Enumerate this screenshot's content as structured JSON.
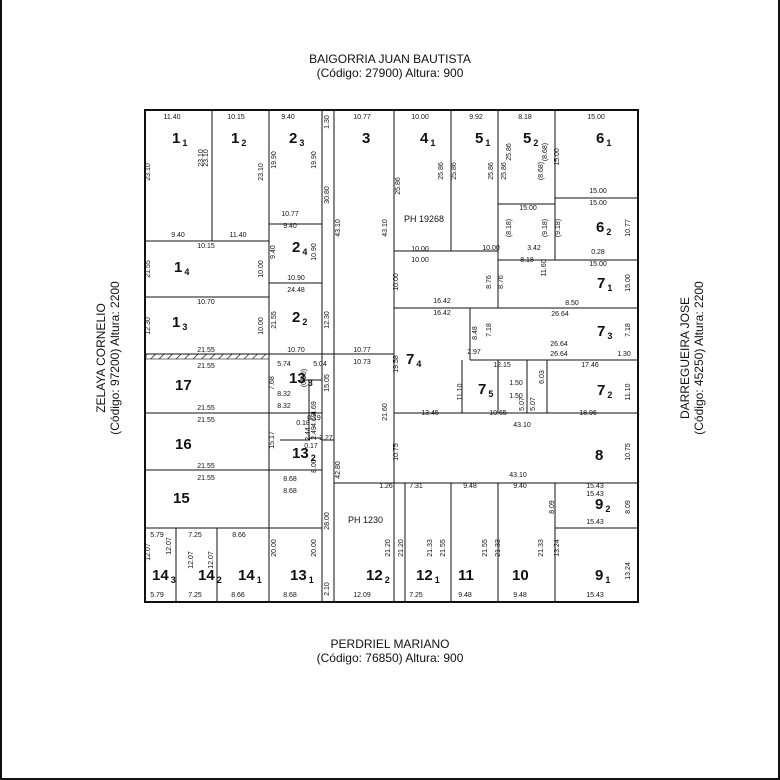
{
  "streets": {
    "north": {
      "name": "BAIGORRIA JUAN BAUTISTA",
      "code": "(Código: 27900) Altura: 900"
    },
    "south": {
      "name": "PERDRIEL MARIANO",
      "code": "(Código: 76850) Altura: 900"
    },
    "west": {
      "name": "ZELAYA CORNELIO",
      "code": "(Código: 97200) Altura: 2200"
    },
    "east": {
      "name": "DARREGUEIRA JOSE",
      "code": "(Código: 45250) Altura: 2200"
    }
  },
  "parcels": [
    {
      "n": "1",
      "s": "1"
    },
    {
      "n": "1",
      "s": "2"
    },
    {
      "n": "2",
      "s": "3"
    },
    {
      "n": "3",
      "s": ""
    },
    {
      "n": "4",
      "s": "1"
    },
    {
      "n": "5",
      "s": "1"
    },
    {
      "n": "5",
      "s": "2"
    },
    {
      "n": "6",
      "s": "1"
    },
    {
      "n": "6",
      "s": "2"
    },
    {
      "n": "7",
      "s": "1"
    },
    {
      "n": "7",
      "s": "3"
    },
    {
      "n": "7",
      "s": "2"
    },
    {
      "n": "7",
      "s": "4"
    },
    {
      "n": "7",
      "s": "5"
    },
    {
      "n": "8",
      "s": ""
    },
    {
      "n": "9",
      "s": "2"
    },
    {
      "n": "9",
      "s": "1"
    },
    {
      "n": "10",
      "s": ""
    },
    {
      "n": "11",
      "s": ""
    },
    {
      "n": "12",
      "s": "1"
    },
    {
      "n": "12",
      "s": "2"
    },
    {
      "n": "13",
      "s": "1"
    },
    {
      "n": "13",
      "s": "2"
    },
    {
      "n": "13",
      "s": "3"
    },
    {
      "n": "14",
      "s": "1"
    },
    {
      "n": "14",
      "s": "2"
    },
    {
      "n": "14",
      "s": "3"
    },
    {
      "n": "15",
      "s": ""
    },
    {
      "n": "16",
      "s": ""
    },
    {
      "n": "17",
      "s": ""
    },
    {
      "n": "1",
      "s": "3"
    },
    {
      "n": "1",
      "s": "4"
    },
    {
      "n": "2",
      "s": "2"
    },
    {
      "n": "2",
      "s": "4"
    }
  ],
  "ph_labels": [
    "PH 19268",
    "PH 1230"
  ],
  "dimensions": [
    "11.40",
    "10.15",
    "9.40",
    "1.30",
    "10.77",
    "10.00",
    "9.92",
    "8.18",
    "15.00",
    "23.10",
    "23.10",
    "23.10",
    "23.10",
    "19.90",
    "19.90",
    "30.80",
    "43.10",
    "43.10",
    "25.86",
    "25.86",
    "25.86",
    "25.86",
    "25.86",
    "25.86",
    "(8.68)",
    "(8.68)",
    "15.00",
    "15.00",
    "15.00",
    "15.00",
    "(8.18)",
    "(9.18)",
    "(9.18)",
    "10.77",
    "10.77",
    "9.40",
    "9.40",
    "10.90",
    "10.90",
    "9.40",
    "11.40",
    "10.15",
    "21.55",
    "10.00",
    "10.00",
    "10.00",
    "10.00",
    "3.42",
    "8.18",
    "11.60",
    "0.28",
    "15.00",
    "15.00",
    "8.50",
    "24.48",
    "10.70",
    "21.55",
    "12.30",
    "12.30",
    "10.00",
    "10.00",
    "8.76",
    "8.76",
    "16.42",
    "16.42",
    "26.64",
    "7.18",
    "7.18",
    "8.48",
    "21.55",
    "10.70",
    "10.77",
    "10.73",
    "5.74",
    "5.04",
    "(0.20)",
    "2.97",
    "26.64",
    "26.64",
    "1.30",
    "21.55",
    "7.68",
    "15.05",
    "8.32",
    "8.32",
    "4.69",
    "4.69",
    "0.19",
    "0.18",
    "2.44",
    "2.49",
    "2.27",
    "19.58",
    "12.15",
    "17.46",
    "1.50",
    "1.50",
    "6.03",
    "5.07",
    "5.07",
    "11.10",
    "11.10",
    "21.55",
    "13.45",
    "10.65",
    "18.96",
    "43.10",
    "15.17",
    "0.17",
    "8.00",
    "10.75",
    "10.75",
    "21.60",
    "21.55",
    "21.55",
    "8.68",
    "42.80",
    "43.10",
    "1.26",
    "7.31",
    "9.48",
    "9.40",
    "15.43",
    "21.55",
    "8.68",
    "28.00",
    "8.09",
    "8.09",
    "15.43",
    "15.43",
    "5.79",
    "7.25",
    "8.66",
    "12.07",
    "12.07",
    "12.07",
    "12.07",
    "20.00",
    "20.00",
    "21.20",
    "21.20",
    "21.33",
    "21.55",
    "21.55",
    "21.33",
    "21.33",
    "13.24",
    "13.24",
    "5.79",
    "7.25",
    "8.66",
    "8.68",
    "2.10",
    "12.09",
    "7.25",
    "9.48",
    "9.48",
    "15.43"
  ]
}
